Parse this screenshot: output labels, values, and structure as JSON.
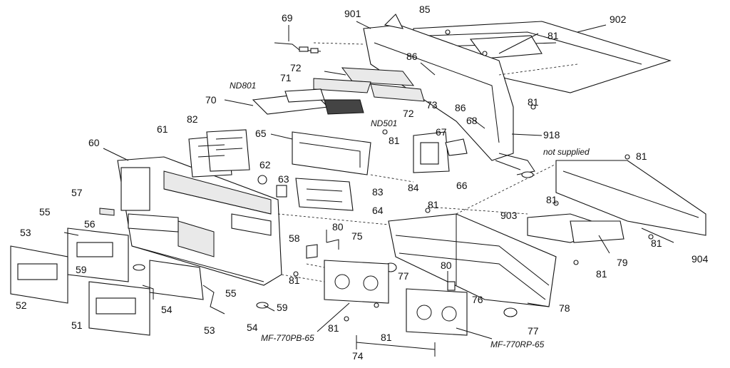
{
  "labels": {
    "l69": "69",
    "l901": "901",
    "l85": "85",
    "l902": "902",
    "l81a": "81",
    "l86a": "86",
    "l72a": "72",
    "l71": "71",
    "lND801": "ND801",
    "l73": "73",
    "l72b": "72",
    "l70": "70",
    "l86b": "86",
    "l81b": "81",
    "l68": "68",
    "l82": "82",
    "lND501": "ND501",
    "l61": "61",
    "l67": "67",
    "l918": "918",
    "l65": "65",
    "l81c": "81",
    "l60": "60",
    "lnotsup": "not supplied",
    "l81d": "81",
    "l62": "62",
    "l63": "63",
    "l84": "84",
    "l66": "66",
    "l57": "57",
    "l83": "83",
    "l81e": "81",
    "l64": "64",
    "l55a": "55",
    "l81f": "81",
    "l903": "903",
    "l56": "56",
    "l80a": "80",
    "l53a": "53",
    "l58": "58",
    "l75": "75",
    "l81g": "81",
    "l79": "79",
    "l904": "904",
    "l80b": "80",
    "l59a": "59",
    "l77a": "77",
    "l81h": "81",
    "l81i": "81",
    "l55b": "55",
    "l52": "52",
    "l76": "76",
    "l78": "78",
    "l54a": "54",
    "l59b": "59",
    "l51": "51",
    "l77b": "77",
    "l53b": "53",
    "l54b": "54",
    "l81j": "81",
    "l81k": "81",
    "lMF770PB": "MF-770PB-65",
    "lMF770RP": "MF-770RP-65",
    "l74": "74"
  }
}
